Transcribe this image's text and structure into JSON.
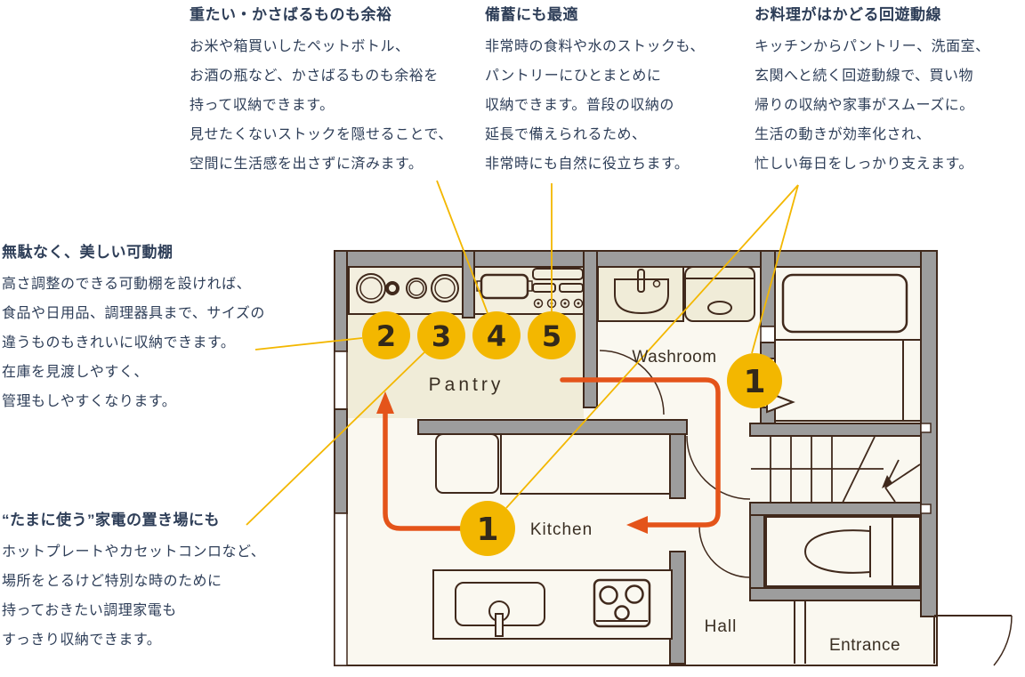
{
  "colors": {
    "navy": "#2e3e58",
    "wall": "#9d9d9d",
    "line": "#40291c",
    "floor": "#faf8f0",
    "beige": "#f0ecd8",
    "shelf": "#f3efdf",
    "accent_yellow": "#f3b700",
    "accent_orange": "#e4541a",
    "marker_text": "#33291a",
    "label": "#3a2f23"
  },
  "annotations": {
    "top": [
      {
        "heading": "重たい・かさばるものも余裕",
        "lines": [
          "お米や箱買いしたペットボトル、",
          "お酒の瓶など、かさばるものも余裕を",
          "持って収納できます。",
          "見せたくないストックを隠せることで、",
          "空間に生活感を出さずに済みます。"
        ]
      },
      {
        "heading": "備蓄にも最適",
        "lines": [
          "非常時の食料や水のストックも、",
          "パントリーにひとまとめに",
          "収納できます。普段の収納の",
          "延長で備えられるため、",
          "非常時にも自然に役立ちます。"
        ]
      },
      {
        "heading": "お料理がはかどる回遊動線",
        "lines": [
          "キッチンからパントリー、洗面室、",
          "玄関へと続く回遊動線で、買い物",
          "帰りの収納や家事がスムーズに。",
          "生活の動きが効率化され、",
          "忙しい毎日をしっかり支えます。"
        ]
      }
    ],
    "left": [
      {
        "heading": "無駄なく、美しい可動棚",
        "lines": [
          "高さ調整のできる可動棚を設ければ、",
          "食品や日用品、調理器具まで、サイズの",
          "違うものもきれいに収納できます。",
          "在庫を見渡しやすく、",
          "管理もしやすくなります。"
        ]
      },
      {
        "heading": "“たまに使う”家電の置き場にも",
        "lines": [
          "ホットプレートやカセットコンロなど、",
          "場所をとるけど特別な時のために",
          "持っておきたい調理家電も",
          "すっきり収納できます。"
        ]
      }
    ]
  },
  "plan": {
    "rooms": {
      "pantry": "Pantry",
      "washroom": "Washroom",
      "kitchen": "Kitchen",
      "hall": "Hall",
      "entrance": "Entrance"
    },
    "markers": {
      "one": "1",
      "two": "2",
      "three": "3",
      "four": "4",
      "five": "5"
    }
  }
}
